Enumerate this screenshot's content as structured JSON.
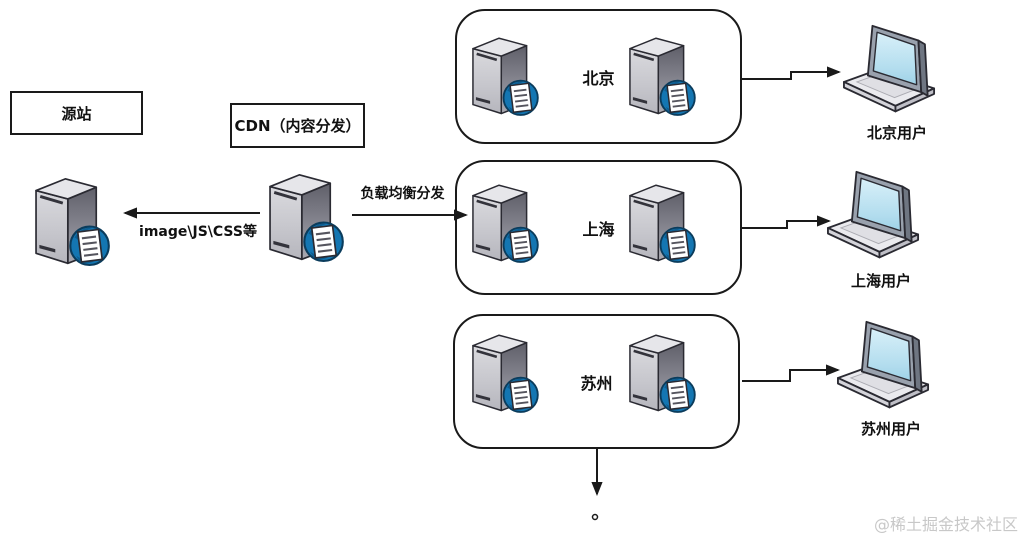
{
  "diagram": {
    "origin_box_label": "源站",
    "cdn_box_label": "CDN（内容分发）",
    "edge_cdn_to_origin_label": "image\\JS\\CSS等",
    "edge_load_balance_label": "负载均衡分发",
    "node_groups": [
      {
        "city": "北京",
        "user_label": "北京用户"
      },
      {
        "city": "上海",
        "user_label": "上海用户"
      },
      {
        "city": "苏州",
        "user_label": "苏州用户"
      }
    ],
    "watermark": "@稀土掘金技术社区"
  },
  "icons": {
    "server": "server-icon",
    "laptop": "laptop-icon",
    "badge": "document-globe-badge-icon",
    "more": "ellipsis-dot"
  },
  "colors": {
    "background": "#ffffff",
    "line": "#1a1a1a",
    "badge_blue": "#1476b2",
    "badge_outline": "#0b3c5c",
    "screen_blue": "#bce3f2",
    "server_front_gray": "#cfcfd5",
    "server_side_dark": "#5f5f69",
    "watermark_gray": "#c8c8c8"
  }
}
